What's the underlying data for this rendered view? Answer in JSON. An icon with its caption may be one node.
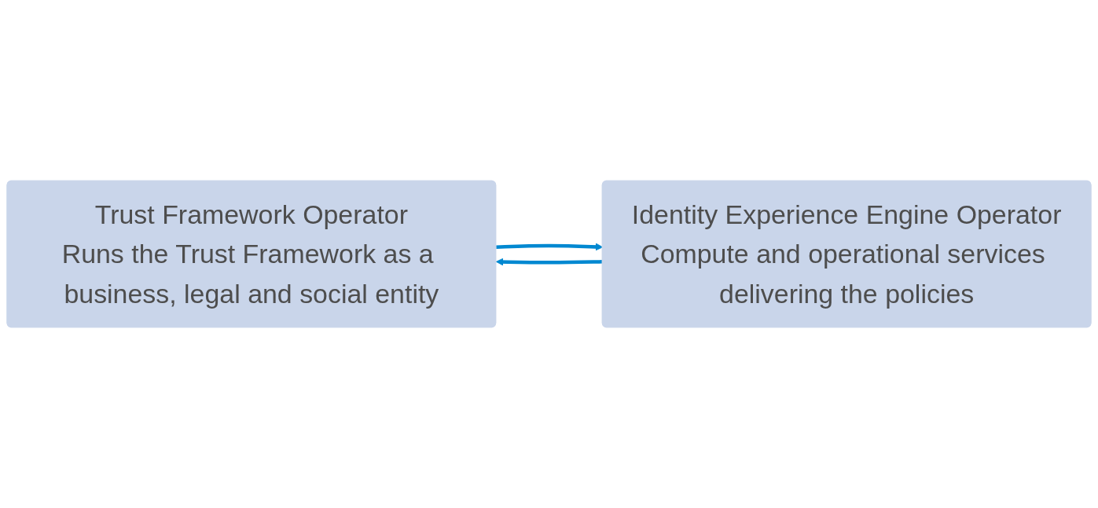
{
  "diagram": {
    "nodes": [
      {
        "text": [
          "Trust Framework Operator",
          "Runs the Trust Framework as a business, legal and social entity"
        ]
      },
      {
        "text": [
          "Identity Experience Engine Operator",
          "Compute and operational services delivering the policies"
        ]
      }
    ],
    "edges": [
      {
        "from": 0,
        "to": 1,
        "arrow": "to",
        "color": "#0088d1"
      },
      {
        "from": 1,
        "to": 0,
        "arrow": "to",
        "color": "#0088d1"
      }
    ]
  }
}
